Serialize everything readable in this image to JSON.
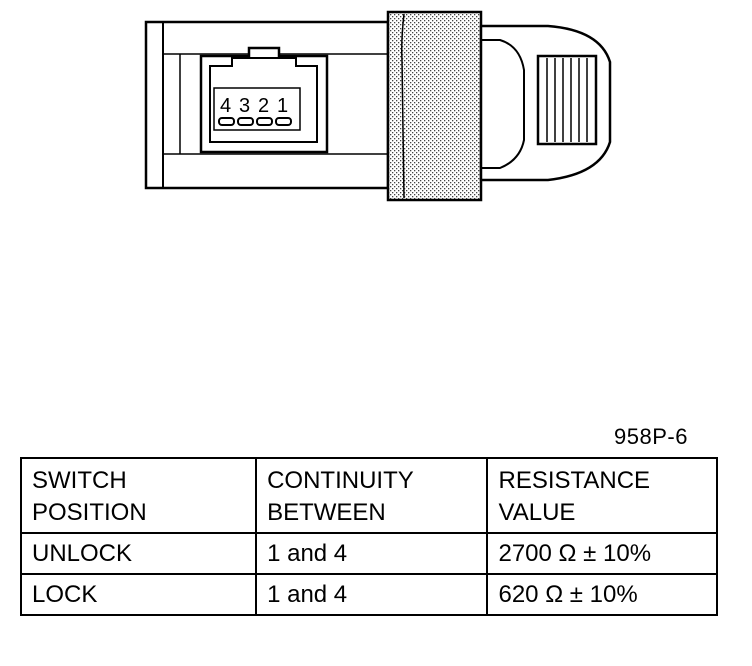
{
  "figure": {
    "id": "958P-6",
    "pin_labels": [
      "4",
      "3",
      "2",
      "1"
    ]
  },
  "table": {
    "headers": [
      [
        "SWITCH",
        "POSITION"
      ],
      [
        "CONTINUITY",
        "BETWEEN"
      ],
      [
        "RESISTANCE",
        "VALUE"
      ]
    ],
    "rows": [
      [
        "UNLOCK",
        "1 and 4",
        "2700 Ω ± 10%"
      ],
      [
        "LOCK",
        "1 and 4",
        "620 Ω ± 10%"
      ]
    ]
  }
}
